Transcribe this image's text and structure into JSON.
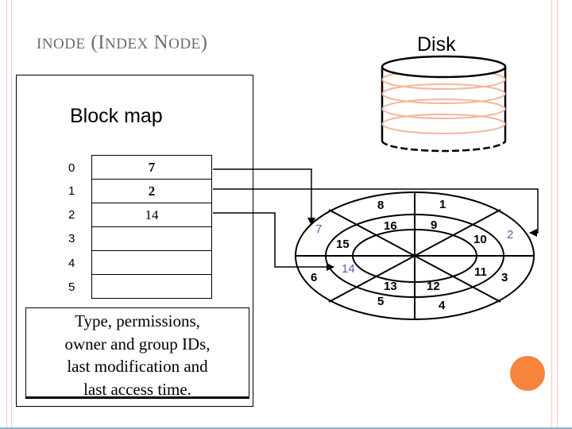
{
  "slide": {
    "title_parts": [
      {
        "text": "INODE",
        "size": "sm"
      },
      {
        "text": " (",
        "size": "lg"
      },
      {
        "text": "I",
        "size": "lg"
      },
      {
        "text": "NDEX",
        "size": "sm"
      },
      {
        "text": " N",
        "size": "lg"
      },
      {
        "text": "ODE",
        "size": "sm"
      },
      {
        "text": ")",
        "size": "lg"
      }
    ]
  },
  "inode": {
    "block_map_title": "Block map",
    "rows": [
      {
        "index": "0",
        "value": "7",
        "bold": true
      },
      {
        "index": "1",
        "value": "2",
        "bold": true
      },
      {
        "index": "2",
        "value": "14",
        "bold": false
      },
      {
        "index": "3",
        "value": ""
      },
      {
        "index": "4",
        "value": ""
      },
      {
        "index": "5",
        "value": ""
      }
    ],
    "info_lines": [
      "Type, permissions,",
      "owner and group IDs,",
      "last modification and",
      "last access time."
    ]
  },
  "disk": {
    "label": "Disk",
    "outer_blocks": [
      "1",
      "2",
      "3",
      "4",
      "5",
      "6",
      "7",
      "8"
    ],
    "inner_blocks": [
      "9",
      "10",
      "11",
      "12",
      "13",
      "14",
      "15",
      "16"
    ],
    "highlighted_blocks": [
      "7",
      "2",
      "14"
    ],
    "highlight_color": "#7a4fa0",
    "ring_color": "#f3b79e"
  }
}
